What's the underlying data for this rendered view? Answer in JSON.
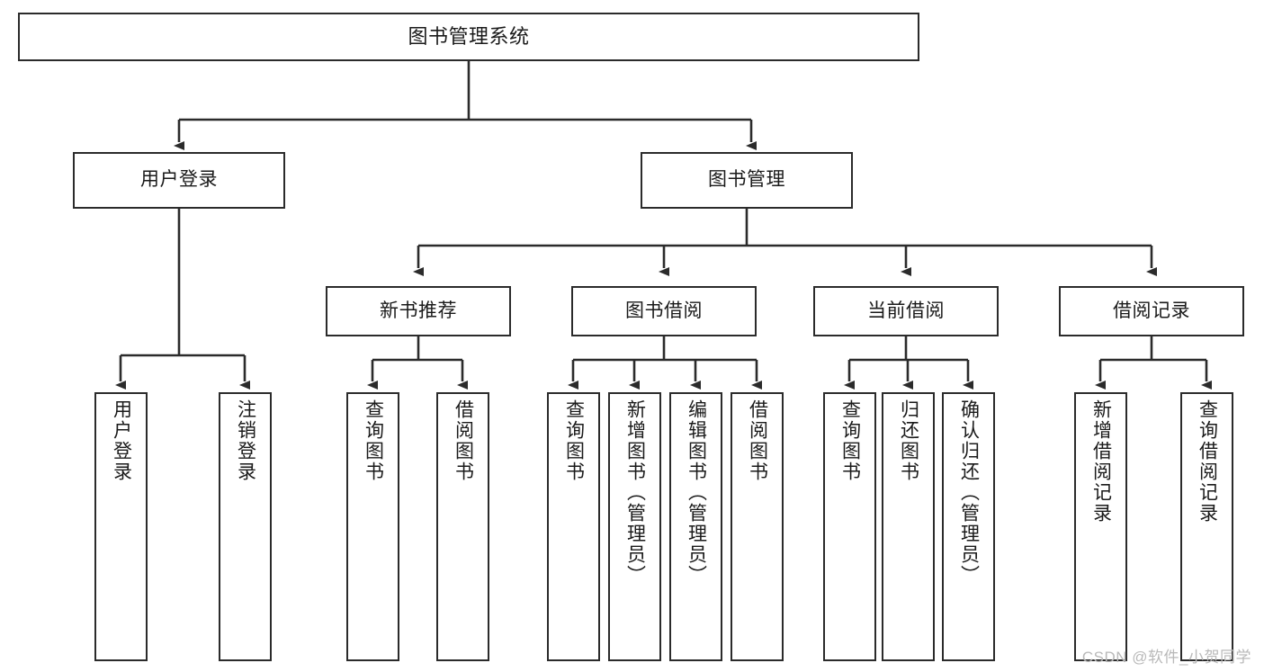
{
  "diagram": {
    "title": "图书管理系统",
    "type": "tree-hierarchy-diagram",
    "colors": {
      "node_border": "#2b2b2b",
      "node_fill": "#ffffff",
      "edge": "#2b2b2b",
      "text": "#1a1a1a",
      "watermark": "#b9b9b9",
      "background": "#ffffff"
    },
    "nodes": {
      "root": {
        "label": "图书管理系统"
      },
      "level2": [
        {
          "id": "user-login",
          "label": "用户登录"
        },
        {
          "id": "book-management",
          "label": "图书管理"
        }
      ],
      "level3": [
        {
          "id": "new-book-recommend",
          "label": "新书推荐"
        },
        {
          "id": "book-borrow",
          "label": "图书借阅"
        },
        {
          "id": "current-borrow",
          "label": "当前借阅"
        },
        {
          "id": "borrow-record",
          "label": "借阅记录"
        }
      ],
      "leaves": {
        "user-login": [
          {
            "id": "leaf-user-login",
            "label": "用户登录"
          },
          {
            "id": "leaf-logout-login",
            "label": "注销登录"
          }
        ],
        "new-book-recommend": [
          {
            "id": "leaf-query-book-1",
            "label": "查询图书"
          },
          {
            "id": "leaf-borrow-book-1",
            "label": "借阅图书"
          }
        ],
        "book-borrow": [
          {
            "id": "leaf-query-book-2",
            "label": "查询图书"
          },
          {
            "id": "leaf-add-book",
            "label": "新增图书（管理员）"
          },
          {
            "id": "leaf-edit-book",
            "label": "编辑图书（管理员）"
          },
          {
            "id": "leaf-borrow-book-2",
            "label": "借阅图书"
          }
        ],
        "current-borrow": [
          {
            "id": "leaf-query-book-3",
            "label": "查询图书"
          },
          {
            "id": "leaf-return-book",
            "label": "归还图书"
          },
          {
            "id": "leaf-confirm-return",
            "label": "确认归还（管理员）"
          }
        ],
        "borrow-record": [
          {
            "id": "leaf-add-record",
            "label": "新增借阅记录"
          },
          {
            "id": "leaf-query-record",
            "label": "查询借阅记录"
          }
        ]
      }
    }
  },
  "watermark": {
    "text": "CSDN @软件_小贺同学"
  }
}
